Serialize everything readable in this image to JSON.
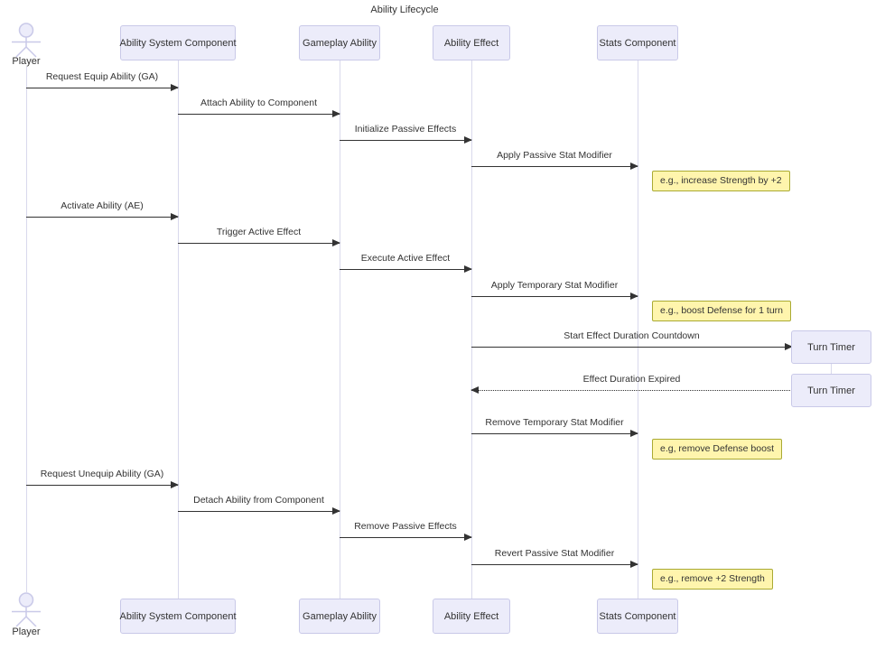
{
  "title": "Ability Lifecycle",
  "participants": {
    "player": {
      "label": "Player",
      "type": "actor"
    },
    "ability_system_component": {
      "label": "Ability System Component",
      "type": "participant"
    },
    "gameplay_ability": {
      "label": "Gameplay Ability",
      "type": "participant"
    },
    "ability_effect": {
      "label": "Ability Effect",
      "type": "participant"
    },
    "stats_component": {
      "label": "Stats Component",
      "type": "participant"
    },
    "turn_timer": {
      "label": "Turn Timer",
      "type": "participant-created-mid-flow"
    }
  },
  "messages": [
    {
      "from": "Player",
      "to": "Ability System Component",
      "label": "Request Equip Ability (GA)",
      "line": "solid"
    },
    {
      "from": "Ability System Component",
      "to": "Gameplay Ability",
      "label": "Attach Ability to Component",
      "line": "solid"
    },
    {
      "from": "Gameplay Ability",
      "to": "Ability Effect",
      "label": "Initialize Passive Effects",
      "line": "solid"
    },
    {
      "from": "Ability Effect",
      "to": "Stats Component",
      "label": "Apply Passive Stat Modifier",
      "line": "solid"
    },
    {
      "from": "Player",
      "to": "Ability System Component",
      "label": "Activate Ability (AE)",
      "line": "solid"
    },
    {
      "from": "Ability System Component",
      "to": "Gameplay Ability",
      "label": "Trigger Active Effect",
      "line": "solid"
    },
    {
      "from": "Gameplay Ability",
      "to": "Ability Effect",
      "label": "Execute Active Effect",
      "line": "solid"
    },
    {
      "from": "Ability Effect",
      "to": "Stats Component",
      "label": "Apply Temporary Stat Modifier",
      "line": "solid"
    },
    {
      "from": "Ability Effect",
      "to": "Turn Timer",
      "label": "Start Effect Duration Countdown",
      "line": "solid"
    },
    {
      "from": "Turn Timer",
      "to": "Ability Effect",
      "label": "Effect Duration Expired",
      "line": "dotted"
    },
    {
      "from": "Ability Effect",
      "to": "Stats Component",
      "label": "Remove Temporary Stat Modifier",
      "line": "solid"
    },
    {
      "from": "Player",
      "to": "Ability System Component",
      "label": "Request Unequip Ability (GA)",
      "line": "solid"
    },
    {
      "from": "Ability System Component",
      "to": "Gameplay Ability",
      "label": "Detach Ability from Component",
      "line": "solid"
    },
    {
      "from": "Gameplay Ability",
      "to": "Ability Effect",
      "label": "Remove Passive Effects",
      "line": "solid"
    },
    {
      "from": "Ability Effect",
      "to": "Stats Component",
      "label": "Revert Passive Stat Modifier",
      "line": "solid"
    }
  ],
  "notes": [
    {
      "position": "right of Stats Component",
      "label": "e.g., increase Strength by +2"
    },
    {
      "position": "right of Stats Component",
      "label": "e.g., boost Defense for 1 turn"
    },
    {
      "position": "right of Stats Component",
      "label": "e.g, remove Defense boost"
    },
    {
      "position": "right of Stats Component",
      "label": "e.g., remove +2 Strength"
    }
  ],
  "colors": {
    "participant_fill": "#ececfa",
    "participant_border": "#c9c9e8",
    "lifeline": "#d9d9ec",
    "note_fill": "#fff5ad",
    "note_border": "#aaaa33",
    "message": "#333333",
    "background": "#ffffff"
  }
}
